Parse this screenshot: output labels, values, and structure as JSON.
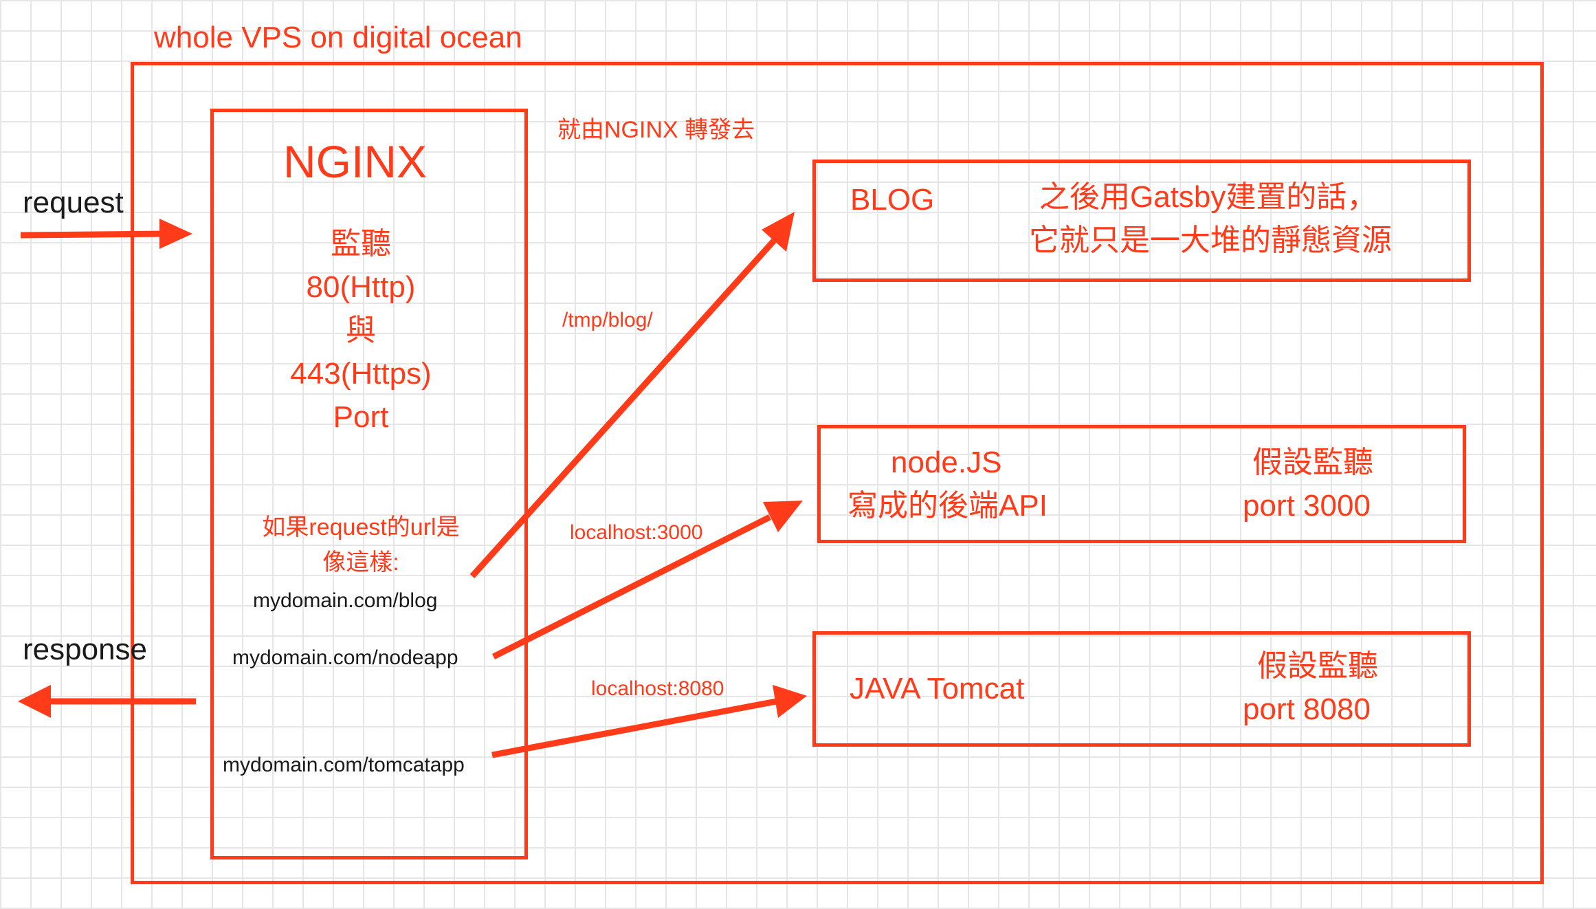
{
  "vps": {
    "title": "whole VPS on digital ocean"
  },
  "io": {
    "request": "request",
    "response": "response"
  },
  "nginx": {
    "title": "NGINX",
    "listen_lines": [
      "監聽",
      "80(Http)",
      "與",
      "443(Https)",
      "Port"
    ],
    "url_intro_lines": [
      "如果request的url是",
      "像這樣:"
    ],
    "urls": [
      "mydomain.com/blog",
      "mydomain.com/nodeapp",
      "mydomain.com/tomcatapp"
    ]
  },
  "forward_note": "就由NGINX 轉發去",
  "routes": [
    "/tmp/blog/",
    "localhost:3000",
    "localhost:8080"
  ],
  "services": {
    "blog": {
      "name": "BLOG",
      "desc_lines": [
        "之後用Gatsby建置的話，",
        "它就只是一大堆的靜態資源"
      ]
    },
    "node": {
      "name_lines": [
        "node.JS",
        "寫成的後端API"
      ],
      "port_lines": [
        "假設監聽",
        "port 3000"
      ]
    },
    "java": {
      "name": "JAVA Tomcat",
      "port_lines": [
        "假設監聽",
        "port 8080"
      ]
    }
  },
  "colors": {
    "accent": "#ff3b1a",
    "grid": "#e6e6e6",
    "text_dark": "#1a1a1a"
  }
}
